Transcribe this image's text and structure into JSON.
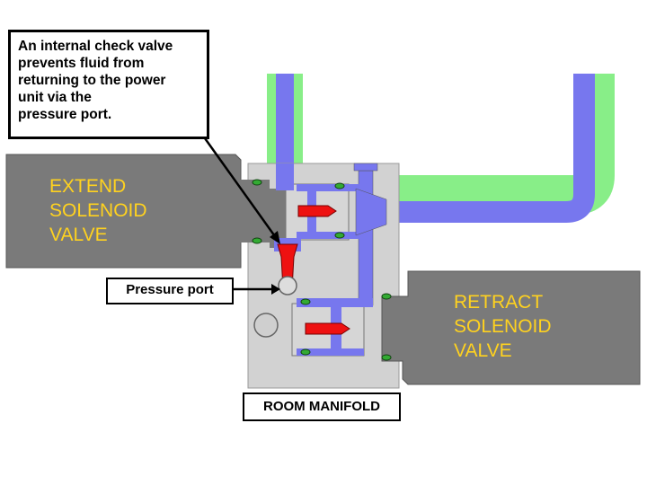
{
  "callout": {
    "lines": [
      "An internal check valve",
      "prevents fluid from",
      "returning to the power",
      "unit via the",
      "pressure port."
    ]
  },
  "extend_valve": {
    "lines": [
      "EXTEND",
      "SOLENOID",
      "VALVE"
    ]
  },
  "retract_valve": {
    "lines": [
      "RETRACT",
      "SOLENOID",
      "VALVE"
    ]
  },
  "pressure_port_label": "Pressure port",
  "manifold_label": "ROOM MANIFOLD",
  "colors": {
    "fluid": "#7777ee",
    "pipe_outer": "#88ee88",
    "valve_body": "#7a7a7a",
    "manifold": "#d2d2d2",
    "check_valve": "#ee1111",
    "valve_text": "#ffd21f",
    "seal": "#33aa33"
  }
}
